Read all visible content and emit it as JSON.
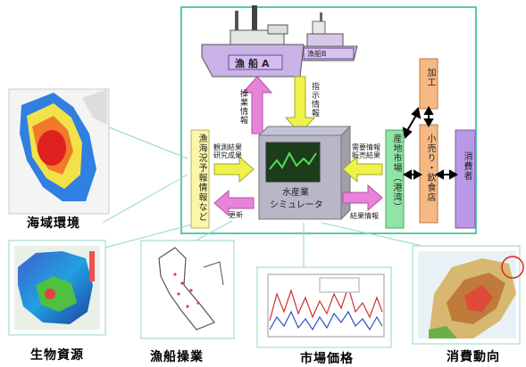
{
  "ship_a": "漁船A",
  "ship_b": "漁船B",
  "arrow_up_label": "操業情報",
  "arrow_down_label": "指示情報",
  "left_box": "漁海況予報情報など",
  "left_in_label": "観測結果\n研究成果",
  "left_out_label": "更新",
  "center_l1": "水産業",
  "center_l2": "シミュレータ",
  "right_in_label": "需要情報\n販売結果",
  "right_out_label": "結果情報",
  "market_box": "産地市場（港湾）",
  "middle_box": "小売り・飲食店",
  "top_box": "加工",
  "consumer_box": "消費者",
  "panel_labels": {
    "env": "海域環境",
    "bio": "生物資源",
    "ops": "漁船操業",
    "price": "市場価格",
    "demand": "消費動向"
  }
}
